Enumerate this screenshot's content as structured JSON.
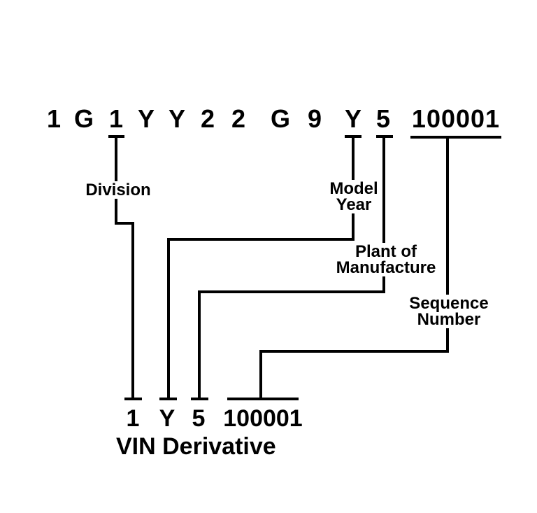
{
  "colors": {
    "ink": "#000000",
    "paper": "#ffffff"
  },
  "vin_row": {
    "characters": [
      "1",
      "G",
      "1",
      "Y",
      "Y",
      "2",
      "2",
      "G",
      "9",
      "Y",
      "5"
    ],
    "sequence": "100001"
  },
  "callouts": {
    "division": "Division",
    "model_year_line1": "Model",
    "model_year_line2": "Year",
    "plant_line1": "Plant of",
    "plant_line2": "Manufacture",
    "sequence_line1": "Sequence",
    "sequence_line2": "Number"
  },
  "derivative_row": {
    "char1": "1",
    "char2": "Y",
    "char3": "5",
    "sequence": "100001",
    "caption": "VIN Derivative"
  }
}
